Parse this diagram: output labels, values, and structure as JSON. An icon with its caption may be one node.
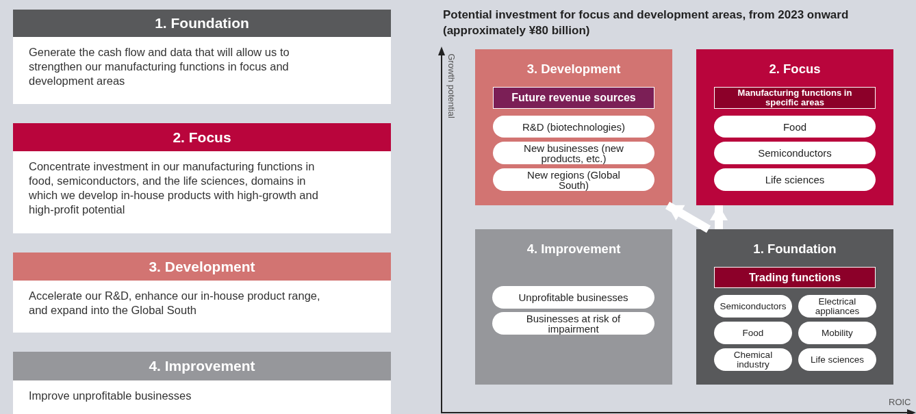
{
  "diagram": {
    "title": "Potential investment for focus and development areas, from 2023 onward (approximately ¥80 billion)",
    "nodes": [
      {
        "text": [
          "1. Foundation",
          "Generate the cash flow and data that will allow us to strengthen our manufacturing functions in focus and development areas"
        ]
      },
      {
        "text": [
          "2. Focus",
          "Concentrate investment in our manufacturing functions in food, semiconductors, and the life sciences, domains in which we develop in-house products with high-growth and high-profit potential"
        ]
      },
      {
        "text": [
          "3. Development",
          "Accelerate our R&D, enhance our in-house product range, and expand into the Global South"
        ]
      },
      {
        "text": [
          "4. Improvement",
          "Improve unprofitable businesses"
        ]
      },
      {
        "text": [
          "3. Development"
        ]
      },
      {
        "text": [
          "Future revenue sources"
        ],
        "in": 4
      },
      {
        "text": [
          "R&D (biotechnologies)"
        ],
        "in": 4
      },
      {
        "text": [
          "New businesses (new products, etc.)"
        ],
        "in": 4
      },
      {
        "text": [
          "New regions (Global South)"
        ],
        "in": 4
      },
      {
        "text": [
          "2. Focus"
        ]
      },
      {
        "text": [
          "Manufacturing functions in specific areas"
        ],
        "in": 9
      },
      {
        "text": [
          "Food"
        ],
        "in": 9
      },
      {
        "text": [
          "Semiconductors"
        ],
        "in": 9
      },
      {
        "text": [
          "Life sciences"
        ],
        "in": 9
      },
      {
        "text": [
          "4. Improvement"
        ]
      },
      {
        "text": [
          "Unprofitable businesses"
        ],
        "in": 14
      },
      {
        "text": [
          "Businesses at risk of impairment"
        ],
        "in": 14
      },
      {
        "text": [
          "1. Foundation"
        ]
      },
      {
        "text": [
          "Trading functions"
        ],
        "in": 17
      },
      {
        "text": [
          "Semiconductors"
        ],
        "in": 17
      },
      {
        "text": [
          "Electrical appliances"
        ],
        "in": 17
      },
      {
        "text": [
          "Food"
        ],
        "in": 17
      },
      {
        "text": [
          "Mobility"
        ],
        "in": 17
      },
      {
        "text": [
          "Chemical industry"
        ],
        "in": 17
      },
      {
        "text": [
          "Life sciences"
        ],
        "in": 17
      }
    ],
    "edges": [
      {
        "from": 17,
        "to": 4,
        "arrow": "to"
      },
      {
        "from": 17,
        "to": 9,
        "arrow": "to"
      }
    ],
    "labels": [
      "Growth potential",
      "ROIC"
    ]
  }
}
